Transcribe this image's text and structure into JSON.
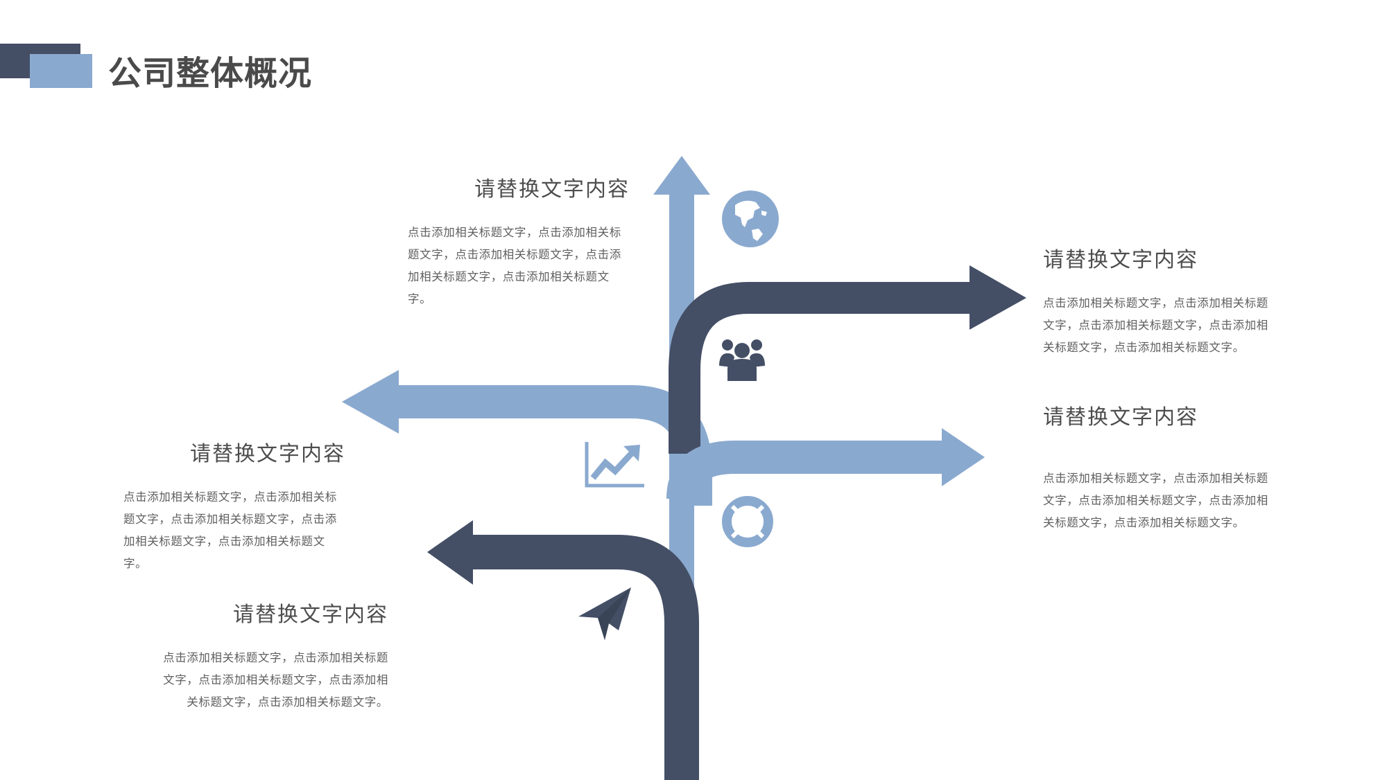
{
  "page": {
    "title": "公司整体概况"
  },
  "colors": {
    "dark": "#444f66",
    "light": "#8aa9cf",
    "text": "#595959"
  },
  "blocks": [
    {
      "heading": "请替换文字内容",
      "body": "点击添加相关标题文字，点击添加相关标题文字，点击添加相关标题文字，点击添加相关标题文字，点击添加相关标题文字。"
    },
    {
      "heading": "请替换文字内容",
      "body": "点击添加相关标题文字，点击添加相关标题文字，点击添加相关标题文字，点击添加相关标题文字，点击添加相关标题文字。"
    },
    {
      "heading": "请替换文字内容",
      "body": "点击添加相关标题文字，点击添加相关标题文字，点击添加相关标题文字，点击添加相关标题文字，点击添加相关标题文字。"
    },
    {
      "heading": "请替换文字内容",
      "body": "点击添加相关标题文字，点击添加相关标题文字，点击添加相关标题文字，点击添加相关标题文字，点击添加相关标题文字。"
    },
    {
      "heading": "请替换文字内容",
      "body": "点击添加相关标题文字，点击添加相关标题文字，点击添加相关标题文字，点击添加相关标题文字，点击添加相关标题文字。"
    }
  ],
  "icons": [
    "globe-icon",
    "users-icon",
    "line-chart-icon",
    "lifebuoy-icon",
    "paper-plane-icon"
  ]
}
